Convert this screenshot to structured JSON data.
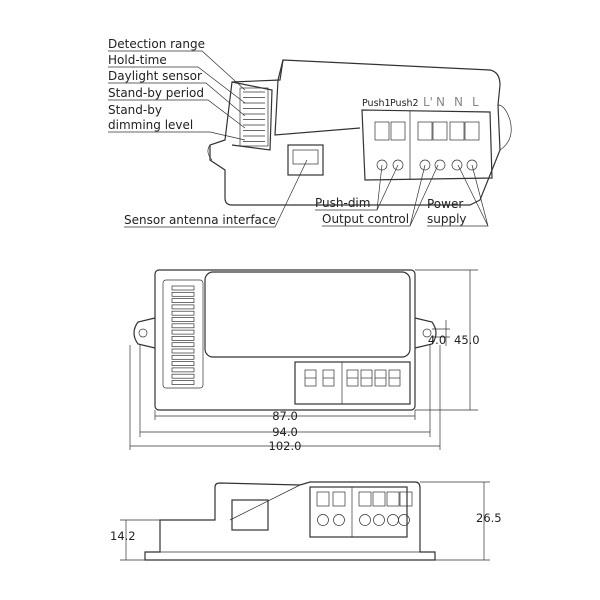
{
  "callouts": {
    "detection_range": "Detection range",
    "hold_time": "Hold-time",
    "daylight_sensor": "Daylight sensor",
    "standby_period": "Stand-by period",
    "standby_dimming_1": "Stand-by",
    "standby_dimming_2": "dimming level",
    "sensor_antenna": "Sensor antenna interface",
    "push_dim": "Push-dim",
    "output_control": "Output control",
    "power_supply_1": "Power",
    "power_supply_2": "supply"
  },
  "terminals": {
    "push1": "Push1",
    "push2": "Push2",
    "l_out": "L'",
    "n_out": "N",
    "n": "N",
    "l": "L"
  },
  "dimensions": {
    "width_inner": "87.0",
    "width_mid": "94.0",
    "width_total": "102.0",
    "hole": "4.0",
    "depth": "45.0",
    "height_total": "26.5",
    "height_base": "14.2"
  }
}
